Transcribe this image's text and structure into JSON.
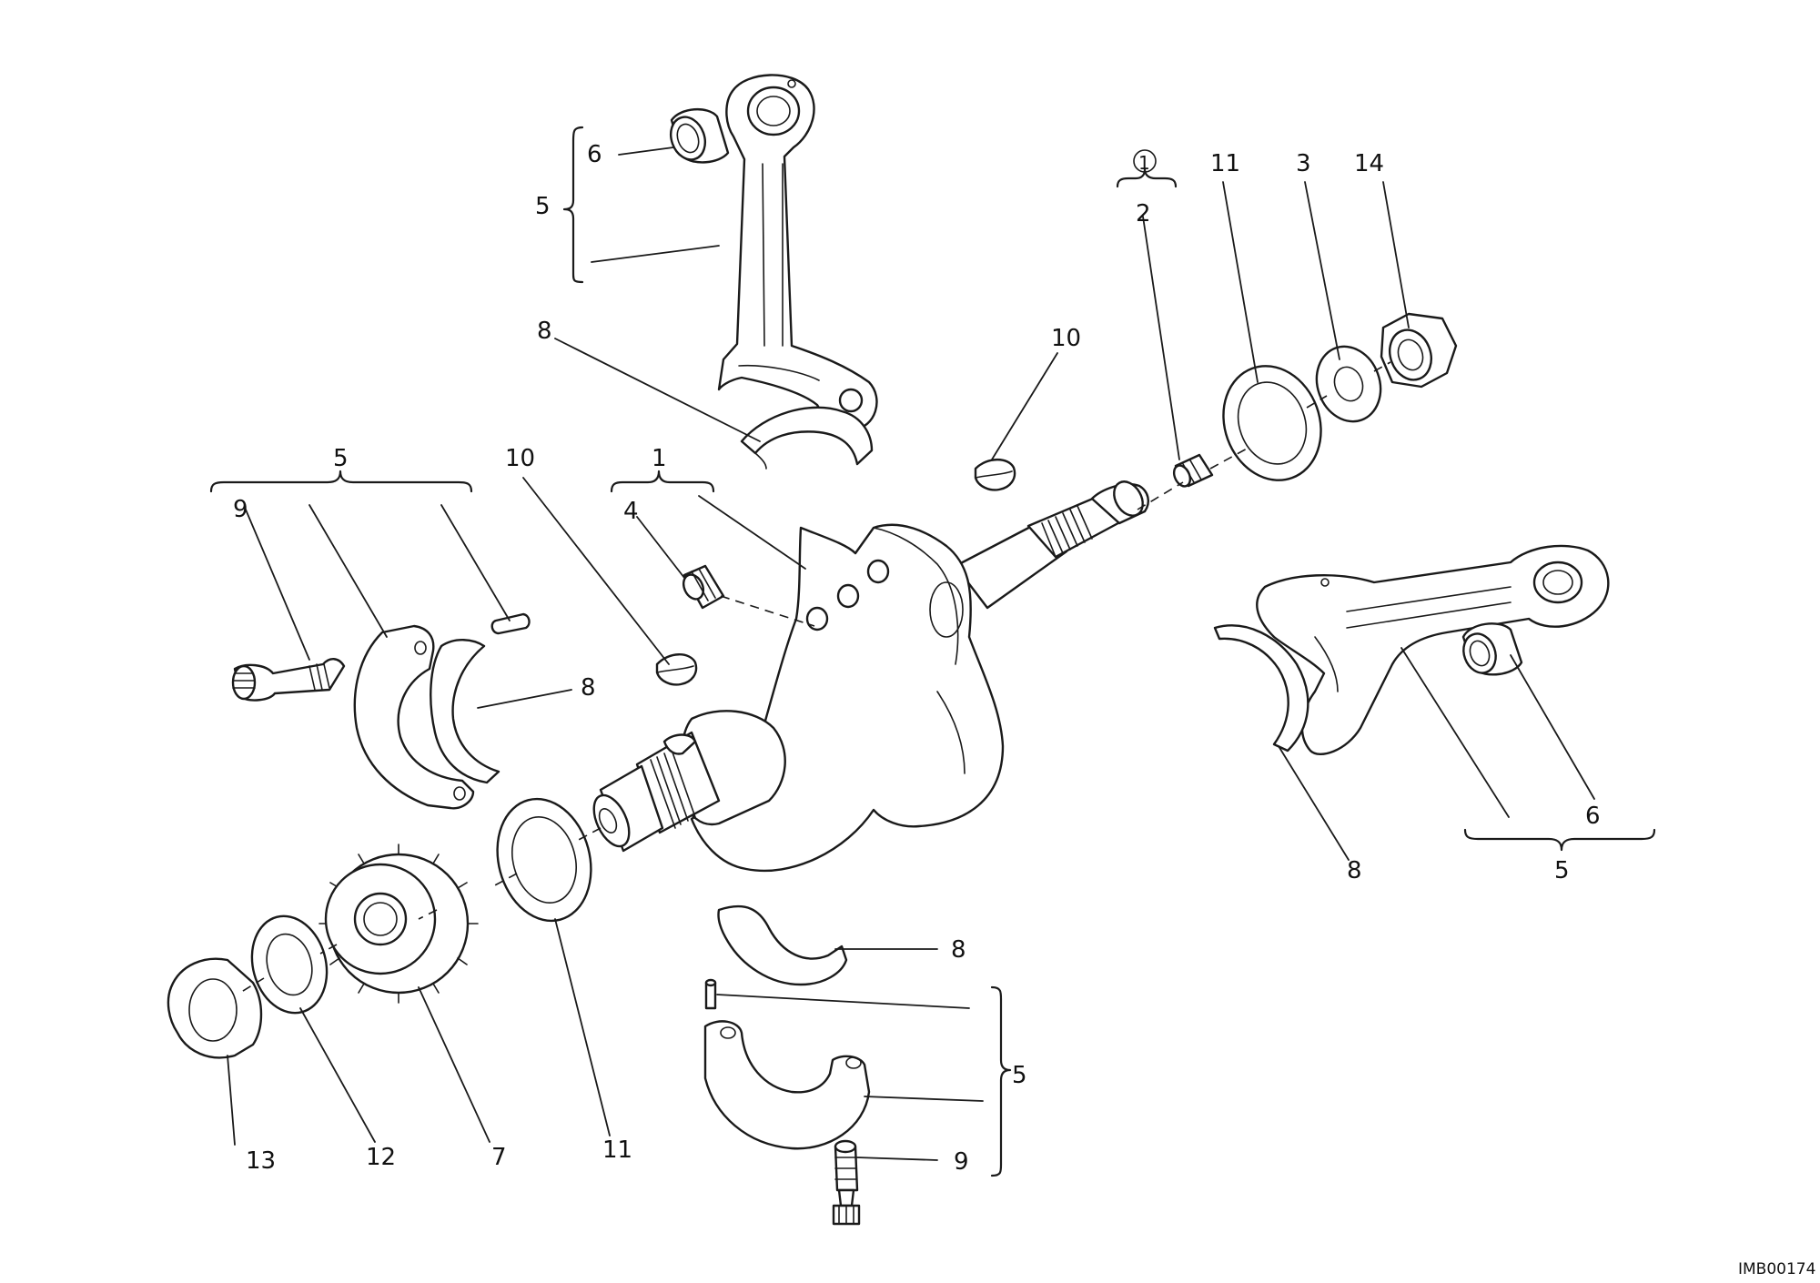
{
  "diagram": {
    "drawing_code": "IMB00174",
    "callouts": {
      "rod_top_6": "6",
      "rod_top_5": "5",
      "rod_top_8": "8",
      "key_upper_10": "10",
      "group_circle_1": "1",
      "plug_2": "2",
      "washer_right_11": "11",
      "washer_right_3": "3",
      "nut_right_14": "14",
      "cap_left_group_5": "5",
      "bolt_left_9": "9",
      "key_left_10": "10",
      "crank_group_1": "1",
      "plug_left_4": "4",
      "shell_left_8": "8",
      "rod_right_8": "8",
      "rod_right_6": "6",
      "rod_right_group_5": "5",
      "nut_left_13": "13",
      "washer_left_12": "12",
      "gear_7": "7",
      "washer_front_11": "11",
      "shell_bottom_8": "8",
      "cap_bottom_group_5": "5",
      "bolt_bottom_9": "9"
    }
  }
}
